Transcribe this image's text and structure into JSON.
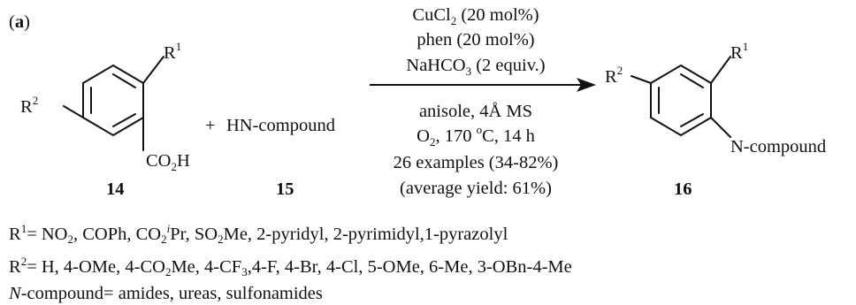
{
  "panel_label": "a",
  "reactant_14": {
    "r1": "R",
    "r1_sup": "1",
    "r2": "R",
    "r2_sup": "2",
    "co2h_1": "CO",
    "co2h_sub": "2",
    "co2h_2": "H",
    "number": "14"
  },
  "plus": "+",
  "reactant_15": {
    "label": "HN-compound",
    "number": "15"
  },
  "conditions": {
    "line1_a": "CuCl",
    "line1_sub": "2",
    "line1_b": " (20 mol%)",
    "line2": "phen (20 mol%)",
    "line3_a": "NaHCO",
    "line3_sub": "3",
    "line3_b": " (2 equiv.)",
    "line4": "anisole, 4Å MS",
    "line5_a": "O",
    "line5_sub": "2",
    "line5_b": ", 170 ",
    "line5_sup": "o",
    "line5_c": "C, 14 h",
    "line6": "26 examples (34-82%)",
    "line7": "(average yield: 61%)"
  },
  "product_16": {
    "r1": "R",
    "r1_sup": "1",
    "r2": "R",
    "r2_sup": "2",
    "n_group": "N-compound",
    "number": "16"
  },
  "notes": {
    "r1_prefix": "R",
    "r1_sup": "1",
    "r1_a": "= NO",
    "r1_sub1": "2",
    "r1_b": ", COPh, CO",
    "r1_sub2": "2",
    "r1_sup2": "i",
    "r1_c": "Pr, SO",
    "r1_sub3": "2",
    "r1_d": "Me, 2-pyridyl, 2-pyrimidyl,1-pyrazolyl",
    "r2_prefix": "R",
    "r2_sup": "2",
    "r2_a": "= H, 4-OMe, 4-CO",
    "r2_sub1": "2",
    "r2_b": "Me, 4-CF",
    "r2_sub2": "3",
    "r2_c": ",4-F, 4-Br, 4-Cl, 5-OMe, 6-Me, 3-OBn-4-Me",
    "n_italic": "N",
    "n_rest": "-compound= amides, ureas, sulfonamides"
  }
}
